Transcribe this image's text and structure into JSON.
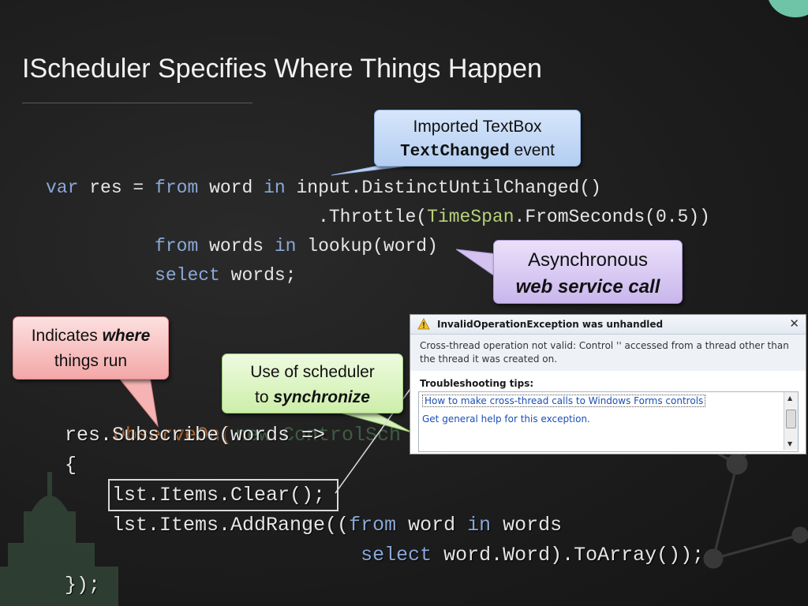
{
  "slide": {
    "title": "IScheduler Specifies Where Things Happen"
  },
  "code_top": {
    "line1": {
      "kw_var": "var",
      "t1": " res = ",
      "kw_from": "from",
      "t2": " word ",
      "kw_in": "in",
      "t3": " input.DistinctUntilChanged()"
    },
    "line2": {
      "pre": "                         .Throttle(",
      "type": "TimeSpan",
      "post": ".FromSeconds(0.5))"
    },
    "line3": {
      "pre": "          ",
      "kw_from": "from",
      "t1": " words ",
      "kw_in": "in",
      "t2": " lookup(word)"
    },
    "line4": {
      "pre": "          ",
      "kw_select": "select",
      "t1": " words;"
    }
  },
  "code_bottom": {
    "line1": "res.Subscribe(words =>",
    "line2": "{",
    "line3": "    lst.Items.Clear();",
    "line4": {
      "pre": "    lst.Items.AddRange((",
      "kw_from": "from",
      "t1": " word ",
      "kw_in": "in",
      "t2": " words"
    },
    "line5": {
      "pre": "                         ",
      "kw_select": "select",
      "t1": " word.Word).ToArray());"
    },
    "line6": "});",
    "ghost_observe": "ObserveOn(",
    "ghost_control": "new ControlSch"
  },
  "callouts": {
    "imported": {
      "line1": "Imported TextBox",
      "mono": "TextChanged",
      "rest": " event"
    },
    "async": {
      "line1": "Asynchronous",
      "line2": "web service call"
    },
    "where": {
      "pre": "Indicates ",
      "em": "where",
      "line2": "things run"
    },
    "sync": {
      "line1": "Use of scheduler",
      "pre": "to ",
      "em": "synchronize"
    }
  },
  "exception_dialog": {
    "title": "InvalidOperationException was unhandled",
    "close_glyph": "✕",
    "message": "Cross-thread operation not valid: Control '' accessed from a thread other than the thread it was created on.",
    "tips_header": "Troubleshooting tips:",
    "tips": [
      "How to make cross-thread calls to Windows Forms controls",
      "Get general help for this exception."
    ]
  },
  "colors": {
    "keyword": "#8aa8d8",
    "type": "#b8d27a",
    "accent_circle": "#6fc3a6"
  }
}
